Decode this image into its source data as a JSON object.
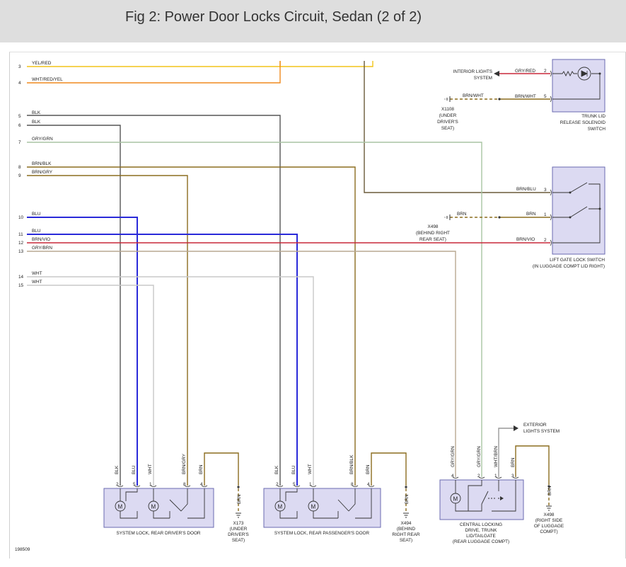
{
  "header": {
    "title": "Fig 2: Power Door Locks Circuit, Sedan (2 of 2)"
  },
  "figure_id": "198509",
  "colors": {
    "yellow": "#f2c418",
    "orange": "#f08a1e",
    "black": "#555555",
    "gray_green": "#a9c4a3",
    "brown": "#8b6d1f",
    "blue": "#2a2ad9",
    "red": "#c8283a",
    "gray_brown": "#b8a892",
    "white_wire": "#c8c8c8",
    "component_fill": "#dcdaf2",
    "component_border": "#6a6ab0"
  },
  "left_wires": [
    {
      "pin": "3",
      "label": "YEL/RED"
    },
    {
      "pin": "4",
      "label": "WHT/RED/YEL"
    },
    {
      "pin": "5",
      "label": "BLK"
    },
    {
      "pin": "6",
      "label": "BLK"
    },
    {
      "pin": "7",
      "label": "GRY/GRN"
    },
    {
      "pin": "8",
      "label": "BRN/BLK"
    },
    {
      "pin": "9",
      "label": "BRN/GRY"
    },
    {
      "pin": "10",
      "label": "BLU"
    },
    {
      "pin": "11",
      "label": "BLU"
    },
    {
      "pin": "12",
      "label": "BRN/VIO"
    },
    {
      "pin": "13",
      "label": "GRY/BRN"
    },
    {
      "pin": "14",
      "label": "WHT"
    },
    {
      "pin": "15",
      "label": "WHT"
    }
  ],
  "trunk_lid_solenoid": {
    "name": [
      "TRUNK LID",
      "RELEASE SOLENOID",
      "SWITCH"
    ],
    "pins": [
      "2",
      "5"
    ],
    "wire_labels": [
      "GRY/RED",
      "BRN/WHT"
    ],
    "interior_lights": [
      "INTERIOR LIGHTS",
      "SYSTEM"
    ],
    "ground_wire": "BRN/WHT",
    "ground_label": [
      "X1108",
      "(UNDER",
      "DRIVER'S",
      "SEAT)"
    ]
  },
  "lift_gate_switch": {
    "name": [
      "LIFT GATE LOCK SWITCH",
      "(IN LUGGAGE COMPT LID RIGHT)"
    ],
    "pins": [
      "3",
      "1",
      "2"
    ],
    "wire_labels": [
      "BRN/BLU",
      "BRN",
      "BRN/VIO"
    ],
    "ground_wire": "BRN",
    "ground_label": [
      "X498",
      "(BEHIND RIGHT",
      "REAR SEAT)"
    ]
  },
  "rear_driver_lock": {
    "name": "SYSTEM LOCK, REAR DRIVER'S DOOR",
    "pins": [
      "2",
      "5",
      "1",
      "8",
      "4"
    ],
    "wires": [
      "BLK",
      "BLU",
      "WHT",
      "BRN/GRY",
      "BRN"
    ],
    "ground_wire": "BRN",
    "ground_label": [
      "X173",
      "(UNDER",
      "DRIVER'S",
      "SEAT)"
    ]
  },
  "rear_passenger_lock": {
    "name": "SYSTEM LOCK, REAR PASSENGER'S DOOR",
    "pins": [
      "2",
      "5",
      "1",
      "8",
      "4"
    ],
    "wires": [
      "BLK",
      "BLU",
      "WHT",
      "BRN/BLK",
      "BRN"
    ],
    "ground_wire": "BRN",
    "ground_label": [
      "X494",
      "(BEHIND",
      "RIGHT REAR",
      "SEAT)"
    ]
  },
  "central_locking": {
    "name": [
      "CENTRAL LOCKING",
      "DRIVE, TRUNK",
      "LID/TAILGATE",
      "(REAR LUGGAGE COMPT)"
    ],
    "pins": [
      "4",
      "2",
      "1",
      "3"
    ],
    "wires": [
      "GRY/GRN",
      "GRY/GRN",
      "WHT/BRN",
      "BRN"
    ],
    "exterior_lights": [
      "EXTERIOR",
      "LIGHTS SYSTEM"
    ],
    "ground_wire": "BRN",
    "ground_label": [
      "X498",
      "(RIGHT SIDE",
      "OF LUGGAGE",
      "COMPT)"
    ]
  }
}
